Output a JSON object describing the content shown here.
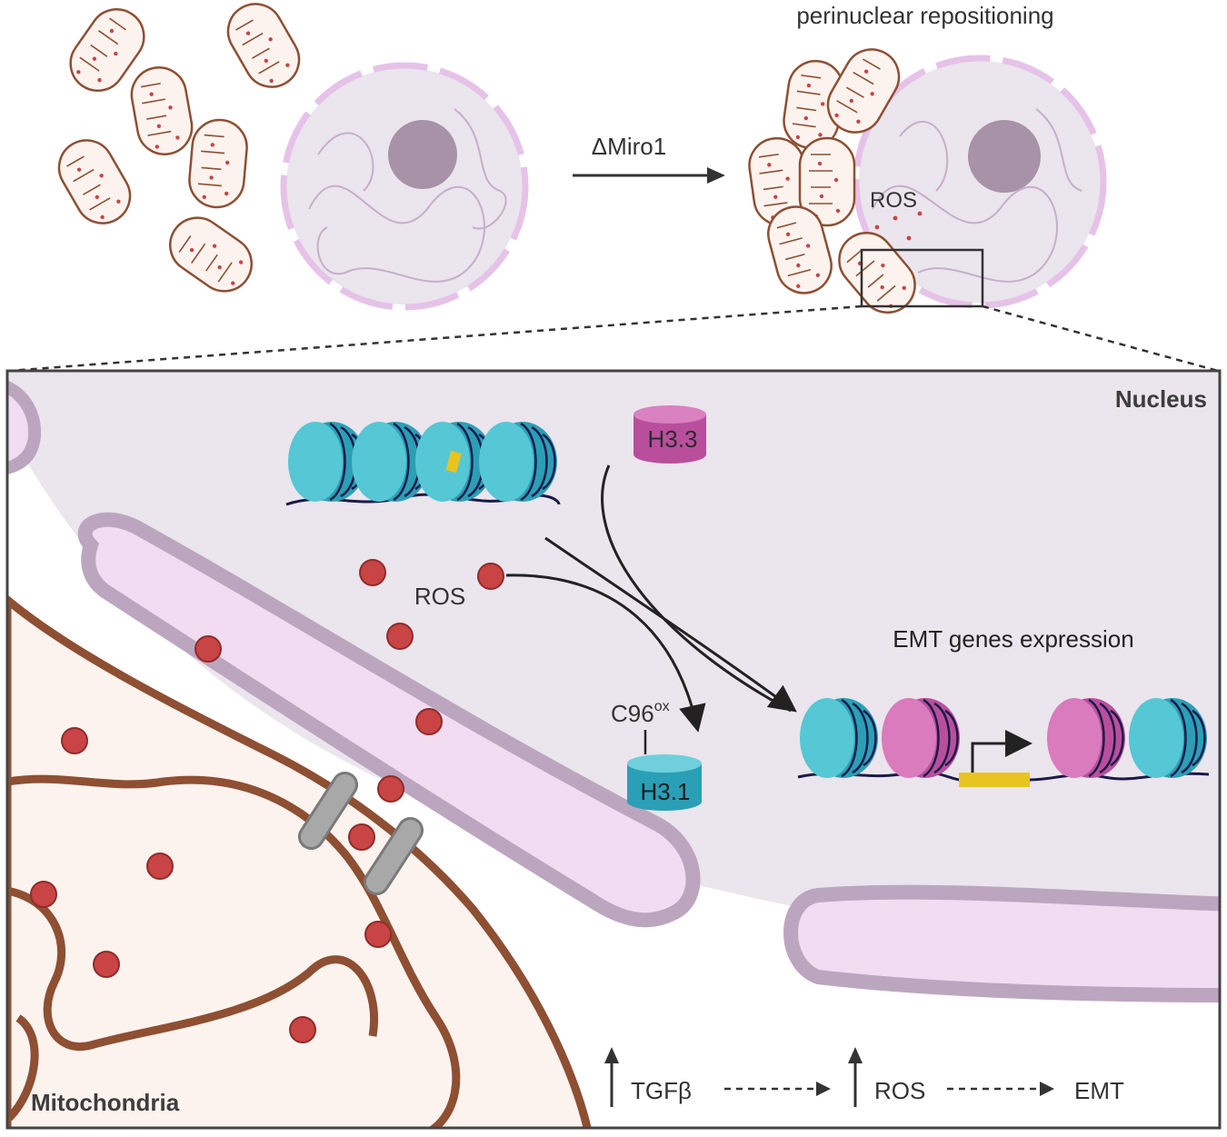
{
  "top": {
    "title": "perinuclear repositioning",
    "arrow_label": "ΔMiro1",
    "ros_label": "ROS"
  },
  "detail": {
    "nucleus_label": "Nucleus",
    "mito_label": "Mitochondria",
    "h33_label": "H3.3",
    "h31_label": "H3.1",
    "c96_label": "C96",
    "c96_sup": "ox",
    "ros_label": "ROS",
    "emt_expression_label": "EMT genes expression"
  },
  "pathway": {
    "step1": "TGFβ",
    "step2": "ROS",
    "step3": "EMT"
  },
  "colors": {
    "nucleus_bg": "#ebe5ed",
    "envelope_fill": "#f1dcf1",
    "envelope_stroke": "#bca6bf",
    "mito_fill": "#fdf3ee",
    "mito_stroke": "#8e4f33",
    "ros_dot": "#c94444",
    "nucleosome_cyan": "#3bb9c9",
    "nucleosome_magenta": "#c24e9e",
    "pore_gray": "#a8a8a8",
    "gene_yellow": "#e8c420"
  }
}
